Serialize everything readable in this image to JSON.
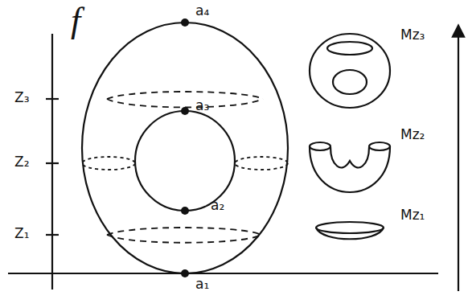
{
  "diagram": {
    "labels": [
      "f",
      "a₄",
      "a₃",
      "a₂",
      "a₁",
      "Z₃",
      "Z₂",
      "Z₁",
      "Mz₃",
      "Mz₂",
      "Mz₁"
    ]
  }
}
